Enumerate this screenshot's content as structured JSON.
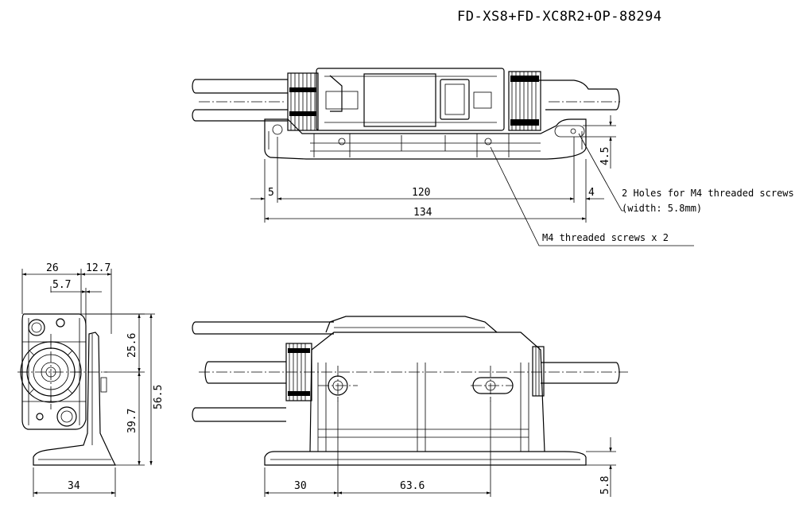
{
  "title": "FD-XS8+FD-XC8R2+OP-88294",
  "top_view": {
    "dims": {
      "left_offset": "5",
      "hole_pitch": "120",
      "right_offset": "4",
      "overall_length": "134",
      "slot_height": "4.5"
    },
    "notes": {
      "holes_line1": "2 Holes for M4 threaded screws",
      "holes_line2": "(width: 5.8mm)",
      "screws": "M4 threaded screws x 2"
    }
  },
  "side_view": {
    "dims": {
      "width_top": "26",
      "offset_top": "12.7",
      "offset_small": "5.7",
      "upper_height": "25.6",
      "total_height": "56.5",
      "lower_height": "39.7",
      "base_width": "34"
    }
  },
  "front_view": {
    "dims": {
      "left_to_hole": "30",
      "hole_pitch": "63.6",
      "base_thickness": "5.8"
    }
  }
}
